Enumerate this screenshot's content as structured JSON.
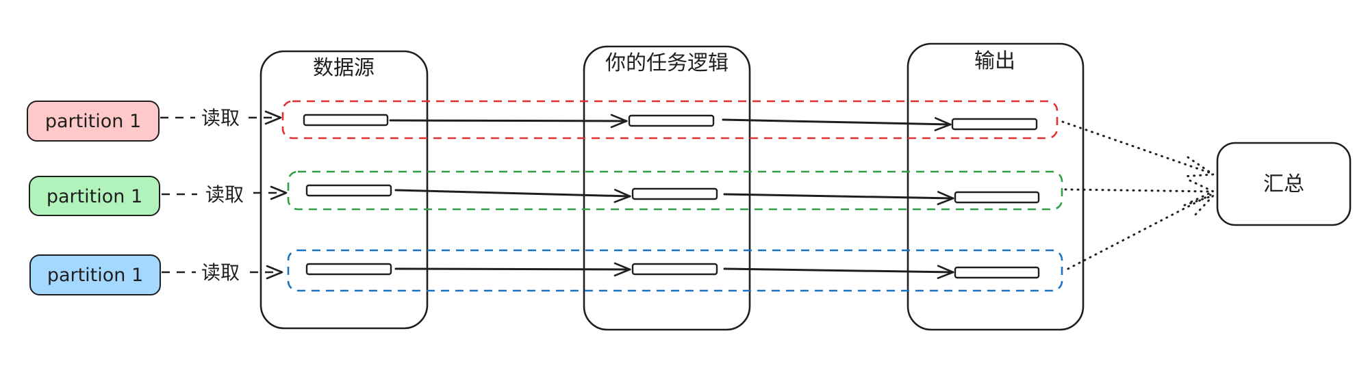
{
  "colors": {
    "ink": "#1e1e1e",
    "red_fill": "#ffc9c9",
    "green_fill": "#b2f2bb",
    "blue_fill": "#a5d8ff",
    "red_stroke": "#e03131",
    "green_stroke": "#2f9e44",
    "blue_stroke": "#1971c2"
  },
  "stages": {
    "source": "数据源",
    "logic": "你的任务逻辑",
    "output": "输出"
  },
  "partitions": [
    {
      "label": "partition 1",
      "read_label": "读取",
      "color": "red"
    },
    {
      "label": "partition 1",
      "read_label": "读取",
      "color": "green"
    },
    {
      "label": "partition 1",
      "read_label": "读取",
      "color": "blue"
    }
  ],
  "aggregate": "汇总"
}
